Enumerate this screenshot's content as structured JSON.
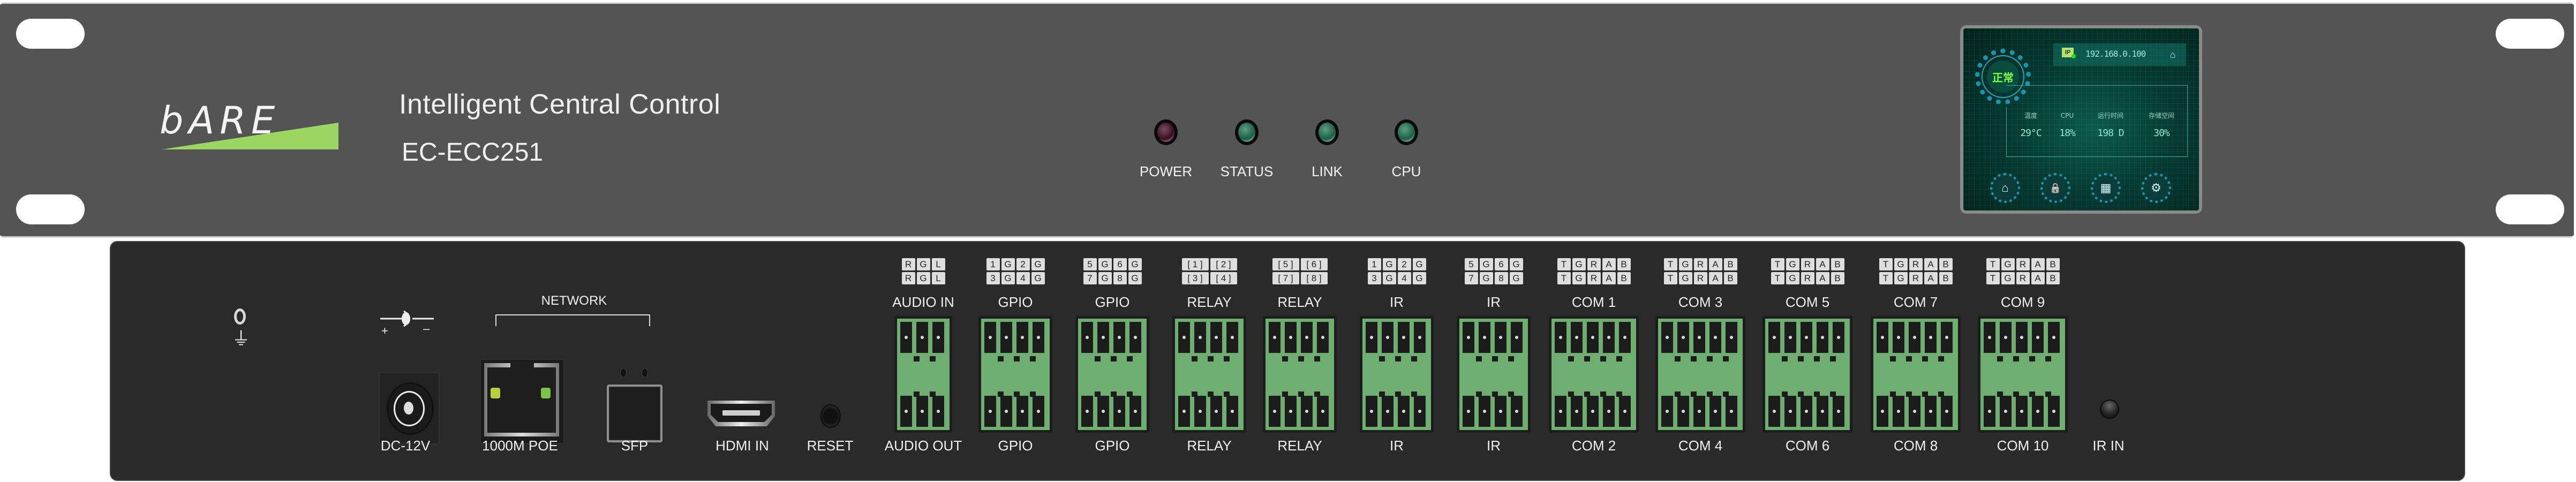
{
  "front_panel": {
    "brand": "bARE",
    "title": "Intelligent Central Control",
    "model": "EC-ECC251",
    "leds": [
      {
        "label": "POWER",
        "color": "#4a1426"
      },
      {
        "label": "STATUS",
        "color": "#2f7f62"
      },
      {
        "label": "LINK",
        "color": "#2f7f62"
      },
      {
        "label": "CPU",
        "color": "#2f7f62"
      }
    ]
  },
  "screen": {
    "status": "正常",
    "ip_label": "IP",
    "ip_address": "192.168.0.100",
    "stats": [
      {
        "label": "温度",
        "value": "29°C"
      },
      {
        "label": "CPU",
        "value": "18%"
      },
      {
        "label": "运行时间",
        "value": "198 D"
      },
      {
        "label": "存储空间",
        "value": "30%"
      }
    ],
    "nav_buttons": [
      {
        "name": "home",
        "glyph": "⌂"
      },
      {
        "name": "lock",
        "glyph": "🔒"
      },
      {
        "name": "apps",
        "glyph": "▦"
      },
      {
        "name": "settings",
        "glyph": "⚙"
      }
    ]
  },
  "rear_panel": {
    "ground_symbol": "⏚",
    "dc_polarity": {
      "plus": "+",
      "minus": "–"
    },
    "network_label": "NETWORK",
    "ports": [
      {
        "label": "DC-12V"
      },
      {
        "label": "1000M POE"
      },
      {
        "label": "SFP"
      },
      {
        "label": "HDMI IN"
      },
      {
        "label": "RESET"
      },
      {
        "label": "IR IN"
      }
    ],
    "terminals": [
      {
        "top_label": "AUDIO IN",
        "bottom_label": "AUDIO OUT",
        "pins_top": [
          "R",
          "G",
          "L"
        ],
        "pins_bottom": [
          "R",
          "G",
          "L"
        ],
        "count": 3
      },
      {
        "top_label": "GPIO",
        "bottom_label": "GPIO",
        "pins_top": [
          "1",
          "G",
          "2",
          "G"
        ],
        "pins_bottom": [
          "3",
          "G",
          "4",
          "G"
        ],
        "count": 4
      },
      {
        "top_label": "GPIO",
        "bottom_label": "GPIO",
        "pins_top": [
          "5",
          "G",
          "6",
          "G"
        ],
        "pins_bottom": [
          "7",
          "G",
          "8",
          "G"
        ],
        "count": 4
      },
      {
        "top_label": "RELAY",
        "bottom_label": "RELAY",
        "pins_top": [
          "[ 1 ]",
          "[ 2 ]"
        ],
        "pins_bottom": [
          "[ 3 ]",
          "[ 4 ]"
        ],
        "count": 4
      },
      {
        "top_label": "RELAY",
        "bottom_label": "RELAY",
        "pins_top": [
          "[ 5 ]",
          "[ 6 ]"
        ],
        "pins_bottom": [
          "[ 7 ]",
          "[ 8 ]"
        ],
        "count": 4
      },
      {
        "top_label": "IR",
        "bottom_label": "IR",
        "pins_top": [
          "1",
          "G",
          "2",
          "G"
        ],
        "pins_bottom": [
          "3",
          "G",
          "4",
          "G"
        ],
        "count": 4
      },
      {
        "top_label": "IR",
        "bottom_label": "IR",
        "pins_top": [
          "5",
          "G",
          "6",
          "G"
        ],
        "pins_bottom": [
          "7",
          "G",
          "8",
          "G"
        ],
        "count": 4
      },
      {
        "top_label": "COM 1",
        "bottom_label": "COM 2",
        "pins_top": [
          "T",
          "G",
          "R",
          "A",
          "B"
        ],
        "pins_bottom": [
          "T",
          "G",
          "R",
          "A",
          "B"
        ],
        "count": 5
      },
      {
        "top_label": "COM 3",
        "bottom_label": "COM 4",
        "pins_top": [
          "T",
          "G",
          "R",
          "A",
          "B"
        ],
        "pins_bottom": [
          "T",
          "G",
          "R",
          "A",
          "B"
        ],
        "count": 5
      },
      {
        "top_label": "COM 5",
        "bottom_label": "COM 6",
        "pins_top": [
          "T",
          "G",
          "R",
          "A",
          "B"
        ],
        "pins_bottom": [
          "T",
          "G",
          "R",
          "A",
          "B"
        ],
        "count": 5
      },
      {
        "top_label": "COM 7",
        "bottom_label": "COM 8",
        "pins_top": [
          "T",
          "G",
          "R",
          "A",
          "B"
        ],
        "pins_bottom": [
          "T",
          "G",
          "R",
          "A",
          "B"
        ],
        "count": 5
      },
      {
        "top_label": "COM 9",
        "bottom_label": "COM 10",
        "pins_top": [
          "T",
          "G",
          "R",
          "A",
          "B"
        ],
        "pins_bottom": [
          "T",
          "G",
          "R",
          "A",
          "B"
        ],
        "count": 5
      }
    ]
  }
}
